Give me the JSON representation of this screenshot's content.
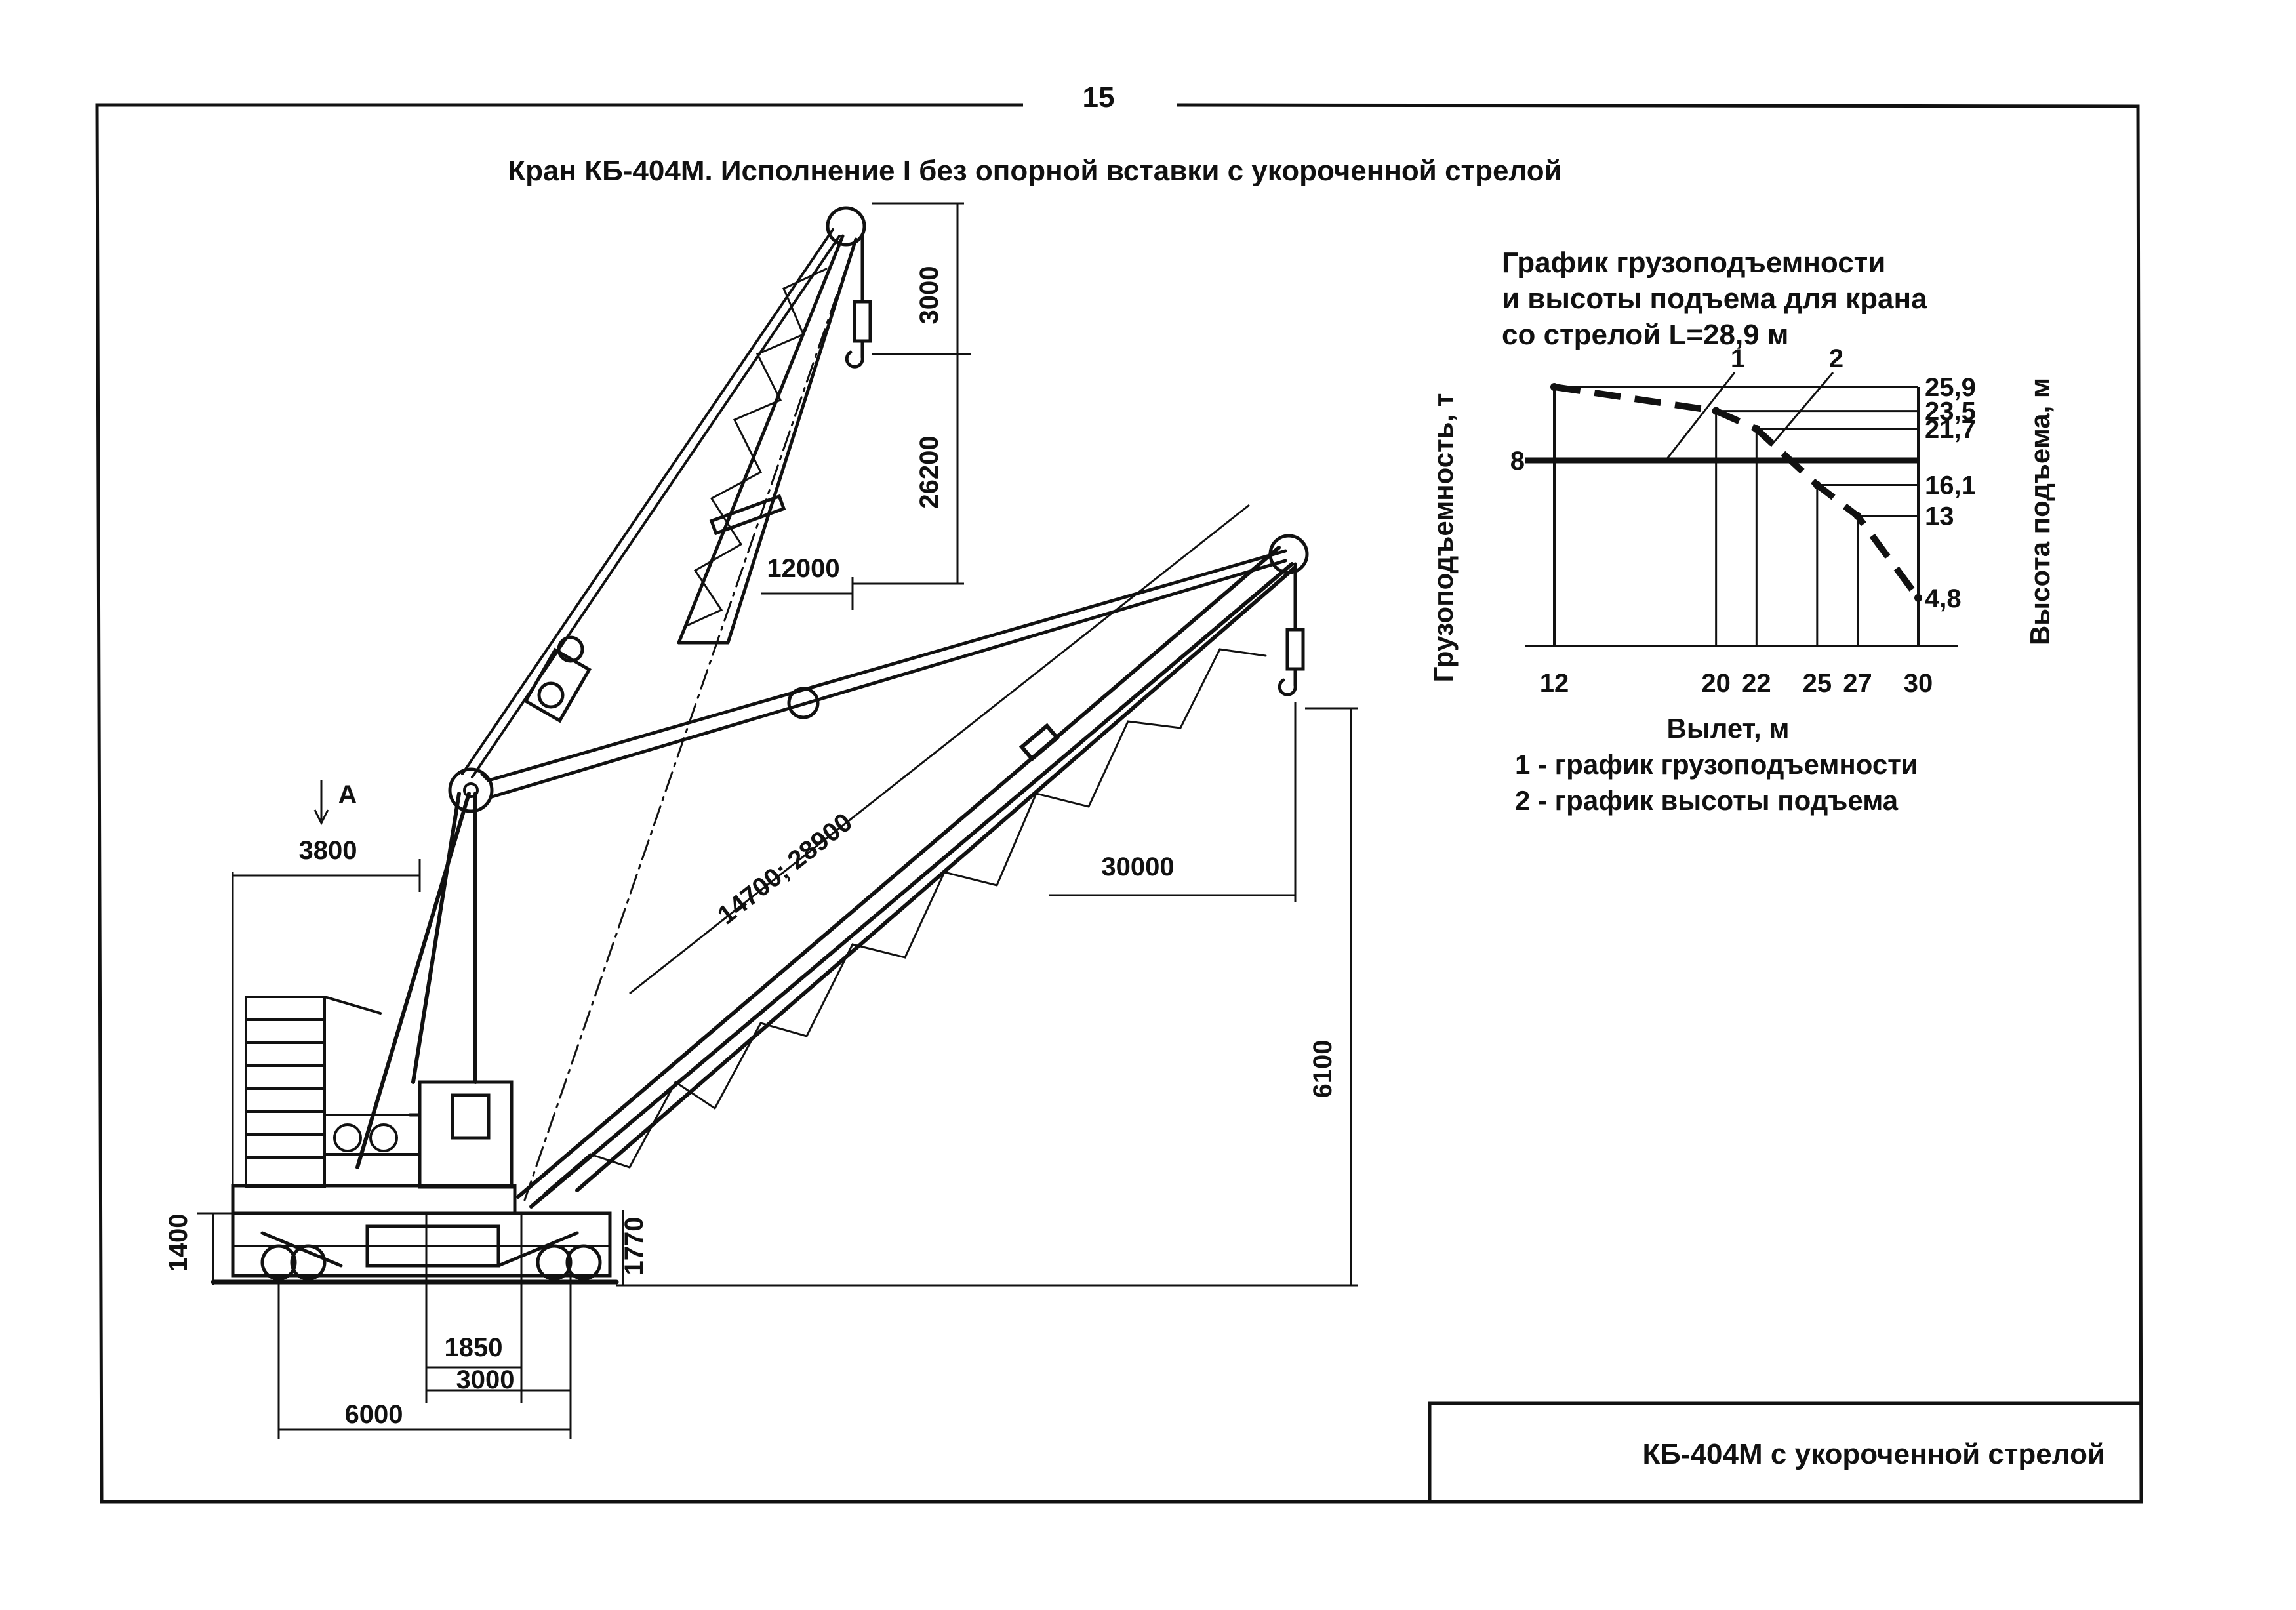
{
  "page_number": "15",
  "title": "Кран КБ-404М. Исполнение I без опорной вставки с укороченной стрелой",
  "drawing": {
    "view_marker": "А",
    "dimensions": {
      "d_3000_top": "3000",
      "d_26200": "26200",
      "d_12000": "12000",
      "d_3800": "3800",
      "d_boom": "14700; 28900",
      "d_30000": "30000",
      "d_6100": "6100",
      "d_1400": "1400",
      "d_1770": "1770",
      "d_1850": "1850",
      "d_3000_bottom": "3000",
      "d_6000": "6000"
    }
  },
  "chart": {
    "title_line1": "График грузоподъемности",
    "title_line2": "и высоты подъема для крана",
    "title_line3": "со стрелой L=28,9 м",
    "ylabel_left": "Грузоподъемность, т",
    "ylabel_right": "Высота подъема, м",
    "xlabel": "Вылет, м",
    "marker_1": "1",
    "marker_2": "2",
    "left_tick": "8",
    "x_ticks": [
      "12",
      "20",
      "22",
      "25",
      "27",
      "30"
    ],
    "right_ticks": [
      "25,9",
      "23,5",
      "21,7",
      "16,1",
      "13",
      "4,8"
    ],
    "legend_1": "1 - график грузоподъемности",
    "legend_2": "2 - график высоты подъема"
  },
  "chart_data": {
    "type": "line",
    "title": "График грузоподъемности и высоты подъема для крана со стрелой L=28,9 м",
    "xlabel": "Вылет, м",
    "ylabel": "Грузоподъемность, т",
    "y2label": "Высота подъема, м",
    "xlim": [
      12,
      30
    ],
    "series": [
      {
        "name": "1 - график грузоподъемности",
        "axis": "left",
        "style": "solid",
        "x": [
          12,
          30
        ],
        "y": [
          8,
          8
        ]
      },
      {
        "name": "2 - график высоты подъема",
        "axis": "right",
        "style": "dashed",
        "x": [
          12,
          20,
          22,
          25,
          27,
          30
        ],
        "y": [
          25.9,
          23.5,
          21.7,
          16.1,
          13,
          4.8
        ]
      }
    ]
  },
  "stamp": {
    "text": "КБ-404М с укороченной стрелой"
  }
}
